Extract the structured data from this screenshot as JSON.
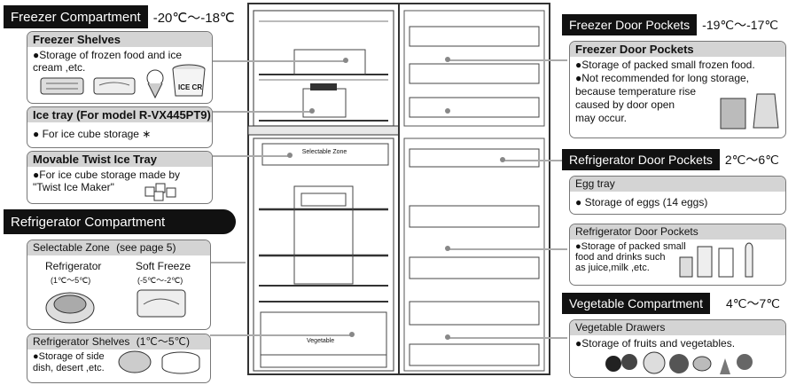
{
  "freezer_compartment": {
    "title": "Freezer Compartment",
    "temp": "-20℃～-18℃"
  },
  "freezer_shelves": {
    "title": "Freezer Shelves",
    "desc": "●Storage of frozen food and ice cream ,etc."
  },
  "ice_tray": {
    "title": "Ice tray (For model R-VX445PT9)",
    "desc": "● For ice cube storage ∗",
    "ice_cup_label": "ICE CR"
  },
  "twist_ice_tray": {
    "title": "Movable Twist Ice Tray",
    "desc": "●For ice cube storage made by\n\"Twist Ice Maker\""
  },
  "refrigerator_compartment": {
    "title": "Refrigerator Compartment"
  },
  "selectable_zone": {
    "title": "Selectable Zone",
    "see_page": "(see page 5)",
    "refrigerator_label": "Refrigerator",
    "refrigerator_temp": "(1℃～5℃)",
    "soft_freeze_label": "Soft Freeze",
    "soft_freeze_temp": "(-5℃～-2℃)"
  },
  "refrigerator_shelves": {
    "title": "Refrigerator Shelves",
    "temp": "(1℃～5℃)",
    "desc": "●Storage of side\ndish, desert ,etc."
  },
  "freezer_door_pockets_header": {
    "title": "Freezer Door Pockets",
    "temp": "-19℃～-17℃"
  },
  "freezer_door_pockets": {
    "title": "Freezer Door Pockets",
    "desc": "●Storage of packed small frozen food.\n●Not recommended for long storage,\n  because temperature rise\n  caused by door open\n  may occur."
  },
  "refrigerator_door_pockets_header": {
    "title": "Refrigerator Door Pockets",
    "temp": "2℃～6℃"
  },
  "egg_tray": {
    "title": "Egg tray",
    "desc": "● Storage of eggs (14 eggs)"
  },
  "refrigerator_door_pockets": {
    "title": "Refrigerator Door Pockets",
    "desc": "●Storage of packed small\n  food and drinks such\n  as juice,milk ,etc."
  },
  "vegetable_compartment": {
    "title": "Vegetable Compartment",
    "temp": "4℃～7℃"
  },
  "vegetable_drawers": {
    "title": "Vegetable Drawers",
    "desc": "●Storage of fruits and vegetables."
  },
  "fridge_labels": {
    "selectable_zone_plate": "Selectable Zone",
    "vegetable_plate": "Vegetable"
  },
  "colors": {
    "header_bg": "#111111",
    "box_title_bg": "#d4d4d4",
    "box_border": "#777777",
    "line": "#aaaaaa"
  }
}
